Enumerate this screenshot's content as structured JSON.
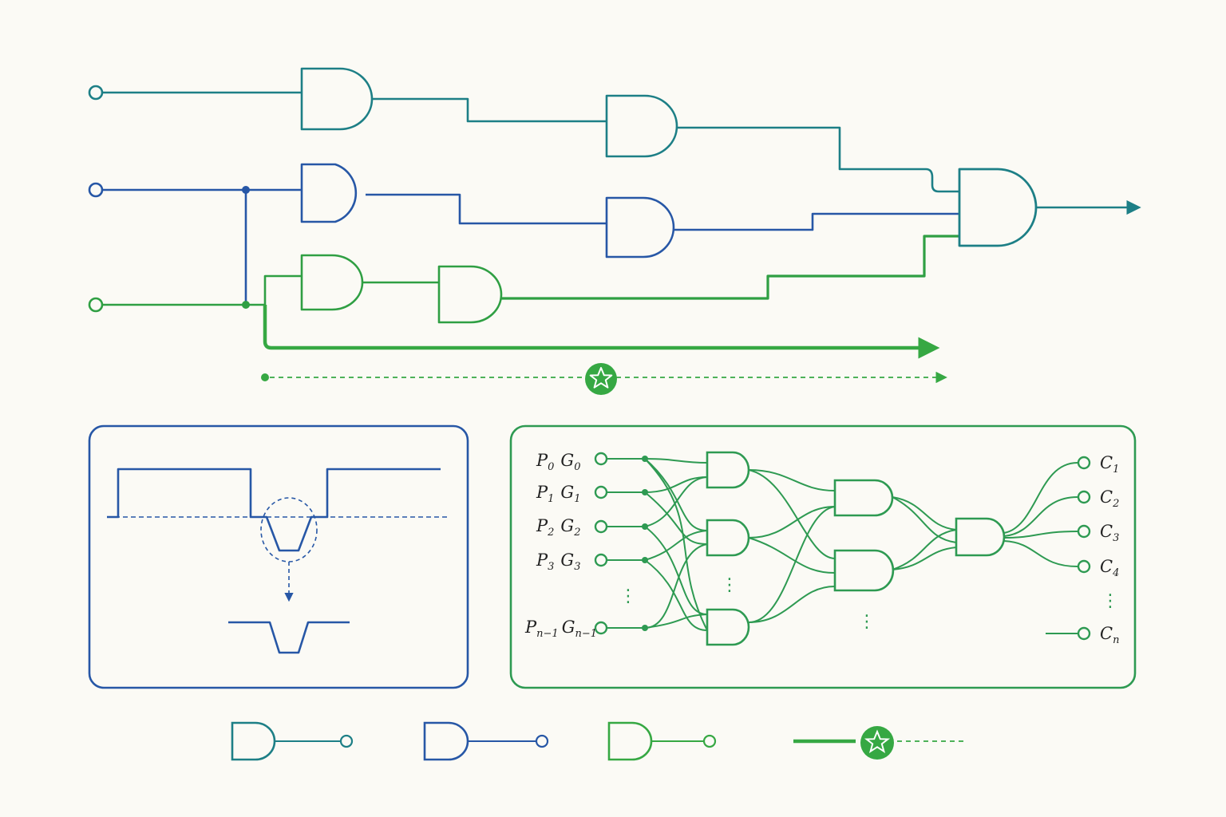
{
  "colors": {
    "background": "#fbfaf5",
    "teal": "#1d7f86",
    "blue": "#2757a6",
    "green": "#2f9f43",
    "green_bright": "#36a843",
    "network_green": "#2e9a52"
  },
  "icons": {
    "star_badge": "star-icon",
    "output_arrow": "arrow-right-icon",
    "input_terminal": "hollow-circle-icon"
  },
  "adder": {
    "inputs": [
      {
        "p": "P",
        "p_sub": "0",
        "g": "G",
        "g_sub": "0"
      },
      {
        "p": "P",
        "p_sub": "1",
        "g": "G",
        "g_sub": "1"
      },
      {
        "p": "P",
        "p_sub": "2",
        "g": "G",
        "g_sub": "2"
      },
      {
        "p": "P",
        "p_sub": "3",
        "g": "G",
        "g_sub": "3"
      },
      {
        "p": "P",
        "p_sub": "n−1",
        "g": "G",
        "g_sub": "n−1"
      }
    ],
    "outputs": [
      {
        "c": "C",
        "c_sub": "1"
      },
      {
        "c": "C",
        "c_sub": "2"
      },
      {
        "c": "C",
        "c_sub": "3"
      },
      {
        "c": "C",
        "c_sub": "4"
      },
      {
        "c": "C",
        "c_sub": "n"
      }
    ],
    "ellipsis": "⋮"
  }
}
